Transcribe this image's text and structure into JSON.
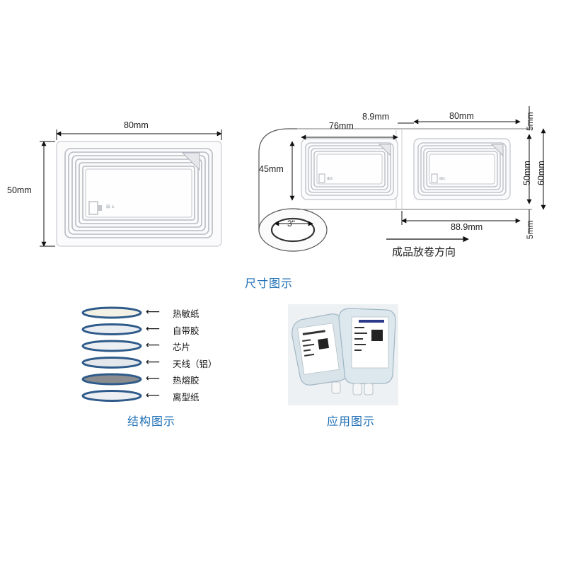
{
  "dimensions": {
    "single_width": "80mm",
    "single_height": "50mm",
    "roll_inlay_width": "76mm",
    "roll_gap": "8.9mm",
    "roll_label_width": "80mm",
    "roll_inlay_height": "45mm",
    "roll_margin_top": "5mm",
    "roll_label_height": "50mm",
    "roll_total_height": "60mm",
    "roll_margin_bottom": "5mm",
    "roll_pitch": "88.9mm",
    "core": "3\""
  },
  "unwind_direction": "成品放卷方向",
  "captions": {
    "size": "尺寸图示",
    "structure": "结构图示",
    "application": "应用图示"
  },
  "layers": [
    {
      "label": "热敏纸",
      "fill": "#f3f1e6"
    },
    {
      "label": "自带胶",
      "fill": "#e9edf2"
    },
    {
      "label": "芯片",
      "fill": "#edf0f3"
    },
    {
      "label": "天线（铝）",
      "fill": "#e4e7ec"
    },
    {
      "label": "热熔胶",
      "fill": "#8a8c90"
    },
    {
      "label": "离型纸",
      "fill": "#edeff2"
    }
  ],
  "colors": {
    "caption": "#1e6fb5",
    "layer_outline": "#2f5b8a",
    "antenna": "#b9bdc3"
  }
}
